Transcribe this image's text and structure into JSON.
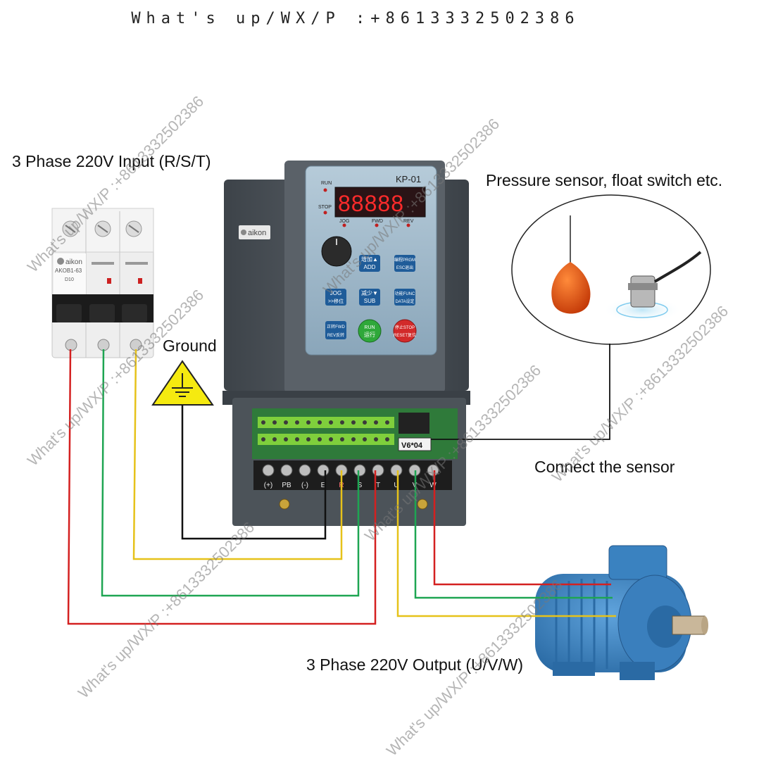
{
  "header": {
    "contact": "What's up/WX/P :+8613332502386"
  },
  "labels": {
    "input": "3 Phase 220V Input (R/S/T)",
    "sensor_title": "Pressure sensor, float switch etc.",
    "ground": "Ground",
    "connect_sensor": "Connect the sensor",
    "output": "3 Phase 220V Output (U/V/W)"
  },
  "breaker": {
    "brand": "aikon",
    "model": "AKOB1-63",
    "rating": "D10"
  },
  "vfd": {
    "brand": "aikon",
    "model": "KP-01",
    "display": "88888",
    "leds": {
      "run": "RUN",
      "stop": "STOP",
      "jog": "JOG",
      "fwd": "FWD",
      "rev": "REV"
    },
    "keys": {
      "add": "ADD",
      "add_cn": "增加▲",
      "prgm": "编程PRGM",
      "esc": "ESC退出",
      "sub": "SUB",
      "sub_cn": "减少▼",
      "func": "功能FUNC",
      "data": "DATA设定",
      "jog": "JOG",
      "shift": ">>移位",
      "fwd": "正转FWD",
      "rev": "REV反转",
      "run": "RUN",
      "run_cn": "运行",
      "stop": "停止STOP",
      "reset": "RESET复位"
    },
    "control_board_label": "V6*04",
    "terminals": [
      "(+)",
      "PB",
      "(-)",
      "E",
      "R",
      "S",
      "T",
      "U",
      "V",
      "W"
    ]
  },
  "watermark": "What's up/WX/P :+8613332502386",
  "colors": {
    "wire_red": "#d42020",
    "wire_green": "#1ea552",
    "wire_yellow": "#e6c21a",
    "wire_black": "#111111",
    "vfd_body": "#4a5158",
    "keypad": "#9fb8c9",
    "motor": "#3f86c4",
    "ground_sign": "#f5ea10"
  }
}
